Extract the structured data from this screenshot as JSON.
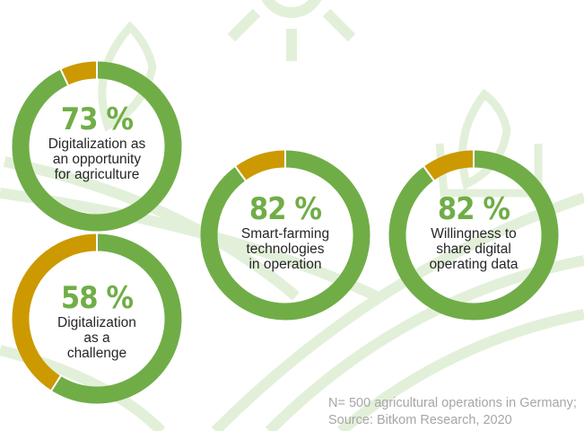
{
  "colors": {
    "positive": "#70ad47",
    "other": "#cc9900",
    "decoration": "#e2f0d9"
  },
  "chart_data": {
    "type": "donut",
    "title": "",
    "series": [
      {
        "value": 73,
        "percent_label": "73 %",
        "label_lines": [
          "Digitalization as",
          "an opportunity",
          "for agriculture"
        ],
        "depicted_gold_share": 0.07
      },
      {
        "value": 58,
        "percent_label": "58 %",
        "label_lines": [
          "Digitalization",
          "as a",
          "challenge"
        ],
        "depicted_gold_share": 0.41
      },
      {
        "value": 82,
        "percent_label": "82 %",
        "label_lines": [
          "Smart-farming",
          "technologies",
          "in operation"
        ],
        "depicted_gold_share": 0.1
      },
      {
        "value": 82,
        "percent_label": "82 %",
        "label_lines": [
          "Willingness to",
          "share digital",
          "operating data"
        ],
        "depicted_gold_share": 0.1
      }
    ]
  },
  "source": {
    "line1": "N= 500 agricultural operations in Germany;",
    "line2": "Source: Bitkom Research, 2020"
  }
}
